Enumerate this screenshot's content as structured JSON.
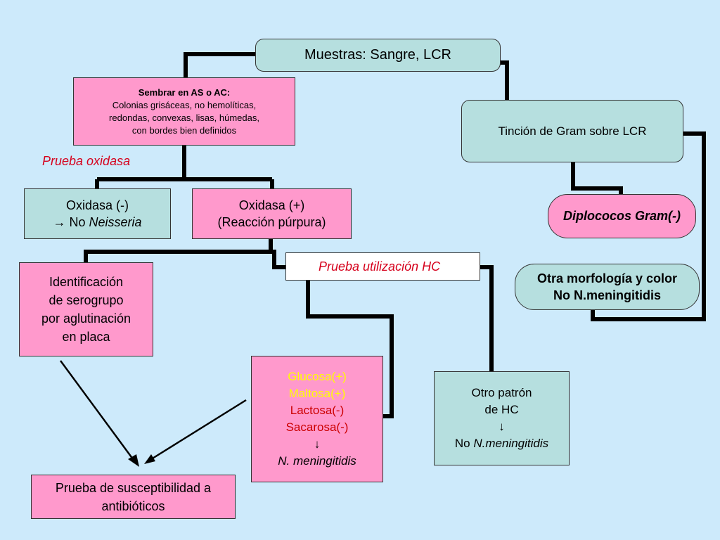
{
  "nodes": {
    "samples": "Muestras: Sangre, LCR",
    "culture": {
      "title": "Sembrar en AS o AC:",
      "lines": [
        "Colonias grisáceas, no hemolíticas,",
        "redondas, convexas, lisas, húmedas,",
        "con bordes bien definidos"
      ]
    },
    "gram": "Tinción de Gram sobre LCR",
    "diplococci": "Diplococos Gram(-)",
    "other_morph": [
      "Otra morfología y color",
      "No N.meningitidis"
    ],
    "oxidase_neg": {
      "line1": "Oxidasa (-)",
      "arrow": "",
      "prefix": "No ",
      "italic": "Neisseria"
    },
    "oxidase_pos": [
      "Oxidasa (+)",
      "(Reacción púrpura)"
    ],
    "serogroup": [
      "Identificación",
      "de serogrupo",
      "por aglutinación",
      "en placa"
    ],
    "carbs": {
      "glucose": "Glucosa(+)",
      "maltose": "Maltosa(+)",
      "lactose": "Lactosa(-)",
      "sucrose": "Sacarosa(-)",
      "arrow": "↓",
      "result": "N. meningitidis"
    },
    "other_pattern": {
      "line1": "Otro patrón",
      "line2": "de HC",
      "arrow": "↓",
      "prefix": "No ",
      "italic": "N.meningitidis"
    },
    "susceptibility": [
      "Prueba de susceptibilidad a",
      "antibióticos"
    ]
  },
  "labels": {
    "oxidase_test": "Prueba oxidasa",
    "carb_test": "Prueba utilización HC"
  },
  "colors": {
    "background": "#cdeafb",
    "pink_box": "#ff99cc",
    "teal_box": "#b6dfdf",
    "label_red": "#d6001c",
    "glucose_maltose_yellow": "#ffff00",
    "lactose_sucrose_red": "#cc0000"
  }
}
